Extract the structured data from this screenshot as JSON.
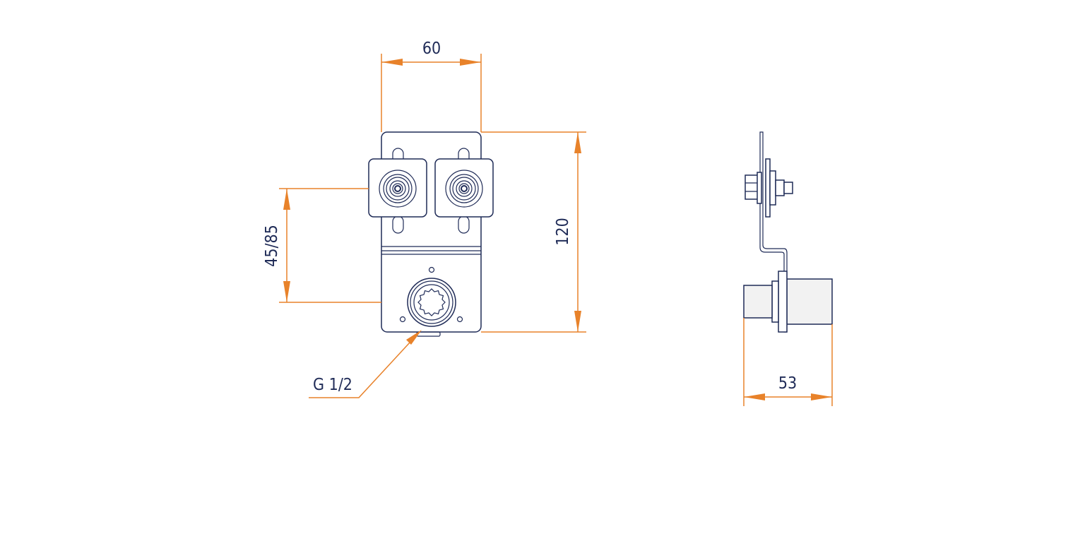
{
  "colors": {
    "background": "#ffffff",
    "part_outline": "#1f2b57",
    "dimension": "#e8822a",
    "label_text": "#1f2b57"
  },
  "dimensions": {
    "width_top": "60",
    "height": "120",
    "center_distance": "45/85",
    "depth": "53",
    "thread": "G 1/2"
  }
}
